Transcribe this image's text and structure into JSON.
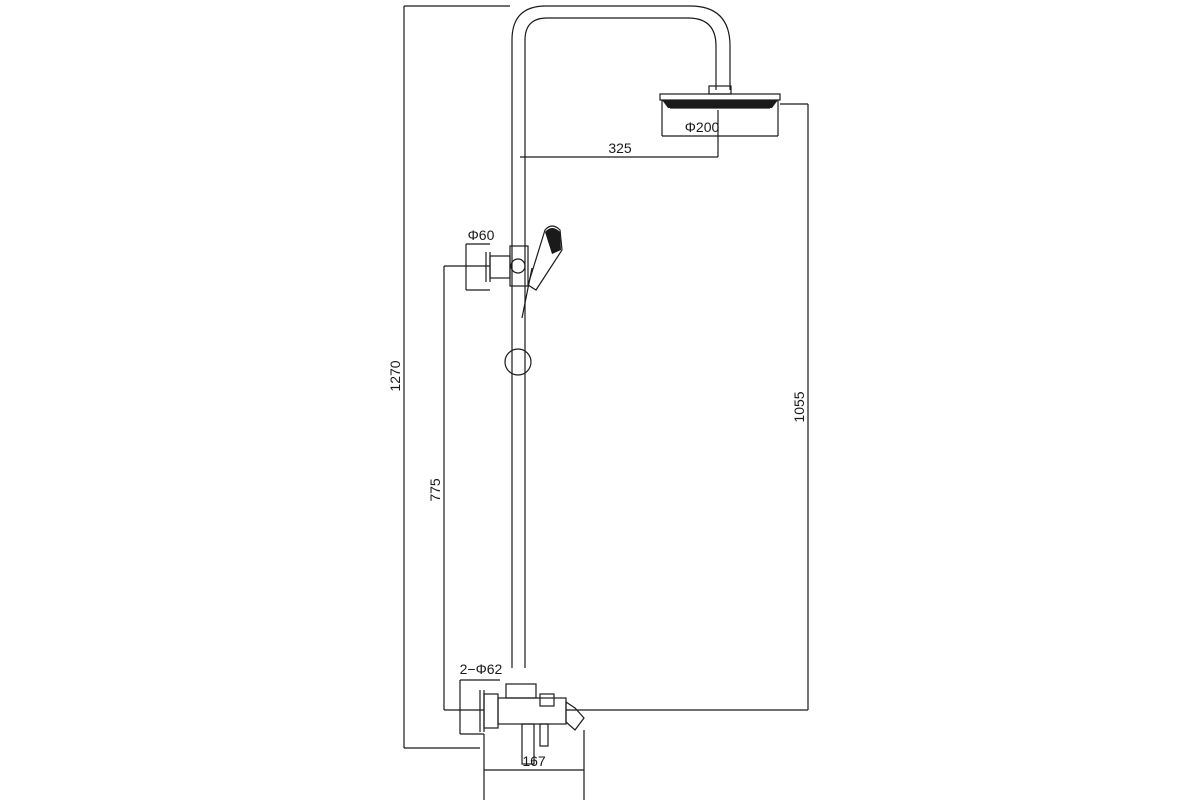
{
  "dimensions": {
    "total_height": "1270",
    "head_height": "1055",
    "rail_height": "775",
    "arm_reach": "325",
    "head_diameter": "Φ200",
    "handshower_diameter": "Φ60",
    "escutcheon_diameter": "2−Φ62",
    "mixer_width": "167"
  },
  "colors": {
    "line": "#1a1a1a",
    "background": "#ffffff"
  }
}
